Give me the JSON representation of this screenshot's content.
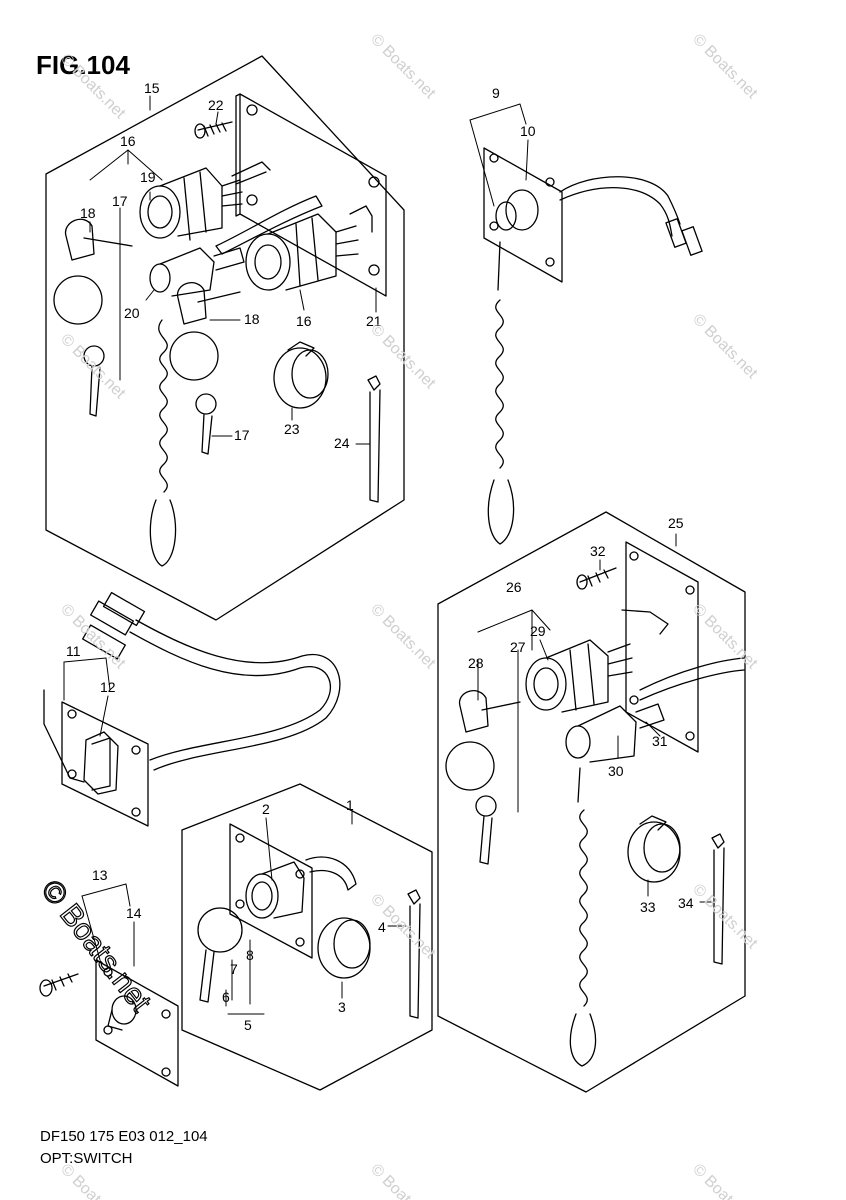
{
  "figure": {
    "title": "FIG.104",
    "footer_code": "DF150 175 E03 012_104",
    "footer_name": "OPT:SWITCH"
  },
  "watermark": {
    "text": "© Boats.net",
    "emboss_text": "© Boats.net"
  },
  "callouts": [
    {
      "id": "c15",
      "label": "15"
    },
    {
      "id": "c22",
      "label": "22"
    },
    {
      "id": "c16a",
      "label": "16"
    },
    {
      "id": "c19",
      "label": "19"
    },
    {
      "id": "c17a",
      "label": "17"
    },
    {
      "id": "c18a",
      "label": "18"
    },
    {
      "id": "c20",
      "label": "20"
    },
    {
      "id": "c18b",
      "label": "18"
    },
    {
      "id": "c16b",
      "label": "16"
    },
    {
      "id": "c21",
      "label": "21"
    },
    {
      "id": "c23",
      "label": "23"
    },
    {
      "id": "c17b",
      "label": "17"
    },
    {
      "id": "c24",
      "label": "24"
    },
    {
      "id": "c9",
      "label": "9"
    },
    {
      "id": "c10",
      "label": "10"
    },
    {
      "id": "c25",
      "label": "25"
    },
    {
      "id": "c32",
      "label": "32"
    },
    {
      "id": "c26",
      "label": "26"
    },
    {
      "id": "c29",
      "label": "29"
    },
    {
      "id": "c27",
      "label": "27"
    },
    {
      "id": "c28",
      "label": "28"
    },
    {
      "id": "c30",
      "label": "30"
    },
    {
      "id": "c31",
      "label": "31"
    },
    {
      "id": "c33",
      "label": "33"
    },
    {
      "id": "c34",
      "label": "34"
    },
    {
      "id": "c11",
      "label": "11"
    },
    {
      "id": "c12",
      "label": "12"
    },
    {
      "id": "c1",
      "label": "1"
    },
    {
      "id": "c2",
      "label": "2"
    },
    {
      "id": "c4",
      "label": "4"
    },
    {
      "id": "c3",
      "label": "3"
    },
    {
      "id": "c7",
      "label": "7"
    },
    {
      "id": "c8",
      "label": "8"
    },
    {
      "id": "c6",
      "label": "6"
    },
    {
      "id": "c5",
      "label": "5"
    },
    {
      "id": "c13",
      "label": "13"
    },
    {
      "id": "c14",
      "label": "14"
    }
  ]
}
